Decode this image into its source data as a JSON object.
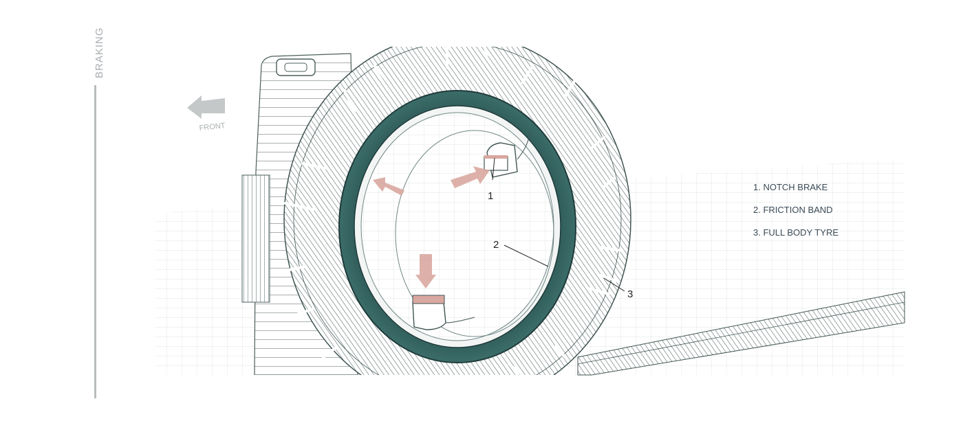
{
  "section_title": "BRAKING",
  "direction_label": "FRONT",
  "legend": [
    "1. NOTCH BRAKE",
    "2. FRICTION BAND",
    "3. FULL BODY TYRE"
  ],
  "callouts": [
    "1",
    "2",
    "3"
  ],
  "colors": {
    "tyre_stroke": "#3f5452",
    "friction_band": "#2f5a58",
    "brake_arrow": "#d9a8a0",
    "front_arrow": "#c4c8c9",
    "side_bar": "#b8bcbd"
  },
  "icons": [
    "arrow-left-icon"
  ]
}
